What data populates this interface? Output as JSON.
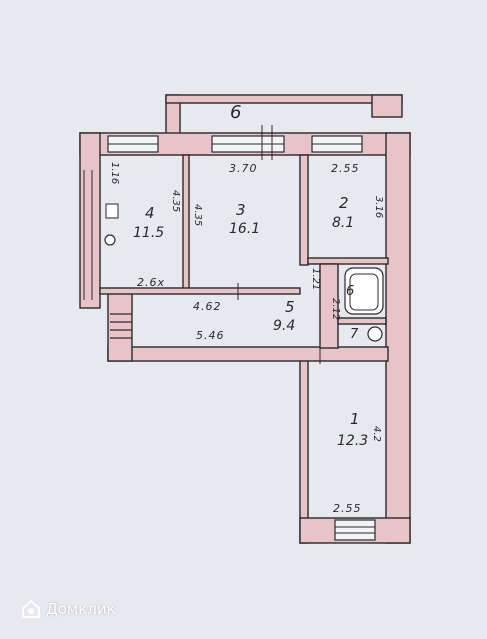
{
  "balcony": {
    "label": "6"
  },
  "rooms": [
    {
      "number": "4",
      "area": "11.5"
    },
    {
      "number": "3",
      "area": "16.1"
    },
    {
      "number": "2",
      "area": "8.1"
    },
    {
      "number": "5",
      "area": "9.4"
    },
    {
      "number": "1",
      "area": "12.3"
    },
    {
      "number": "6",
      "area": ""
    },
    {
      "number": "7",
      "area": ""
    }
  ],
  "dimensions": {
    "room4_height": "1.16",
    "room4_depth": "4.35",
    "room3_depth": "4.35",
    "room3_width": "3.70",
    "room2_width": "2.55",
    "room2_depth": "3.16",
    "corridor_a": "2.6x",
    "corridor_b": "4.62",
    "corridor_c": "5.46",
    "bath_a": "1.21",
    "bath_b": "2.12",
    "room1_depth": "4.2",
    "room1_width": "2.55"
  },
  "watermark": {
    "text": "Домклик"
  },
  "colors": {
    "background": "#e7e9ee",
    "wall": "#e8c4c9",
    "line": "#2a2a2e"
  }
}
